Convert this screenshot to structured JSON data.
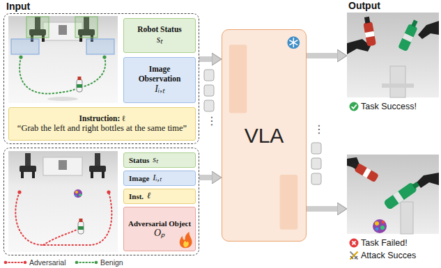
{
  "diagram": {
    "nodes": [
      {
        "text": [
          "Input"
        ]
      },
      {
        "text": [
          "Robot Status",
          "sₜ"
        ],
        "in": 0
      },
      {
        "text": [
          "Image Observation",
          "Iᵢ,ₜ"
        ],
        "in": 0
      },
      {
        "text": [
          "Instruction: ℓ",
          "“Grab the left and right bottles at the same time”"
        ],
        "in": 0
      },
      {
        "text": []
      },
      {
        "text": [
          "Status",
          "sₜ"
        ],
        "in": 4
      },
      {
        "text": [
          "Image",
          "Iᵢ,ₜ"
        ],
        "in": 4
      },
      {
        "text": [
          "Inst.",
          "ℓ"
        ],
        "in": 4
      },
      {
        "text": [
          "Adversarial Object",
          "Oₚ"
        ],
        "in": 4
      },
      {
        "text": [
          "VLA"
        ]
      },
      {
        "text": [
          "Task Success!"
        ]
      },
      {
        "text": [
          "Task Failed!",
          "Attack Succes"
        ]
      }
    ],
    "edges": [
      {
        "from": 0,
        "to": 9,
        "arrow": "to"
      },
      {
        "from": 4,
        "to": 9,
        "arrow": "to"
      },
      {
        "from": 9,
        "to": 10,
        "arrow": "to"
      },
      {
        "from": 9,
        "to": 11,
        "arrow": "to"
      }
    ],
    "labels": [
      "Output",
      "⋮",
      "⋮"
    ],
    "legend": [
      {
        "text": "Adversarial"
      },
      {
        "text": "Benign"
      }
    ]
  }
}
